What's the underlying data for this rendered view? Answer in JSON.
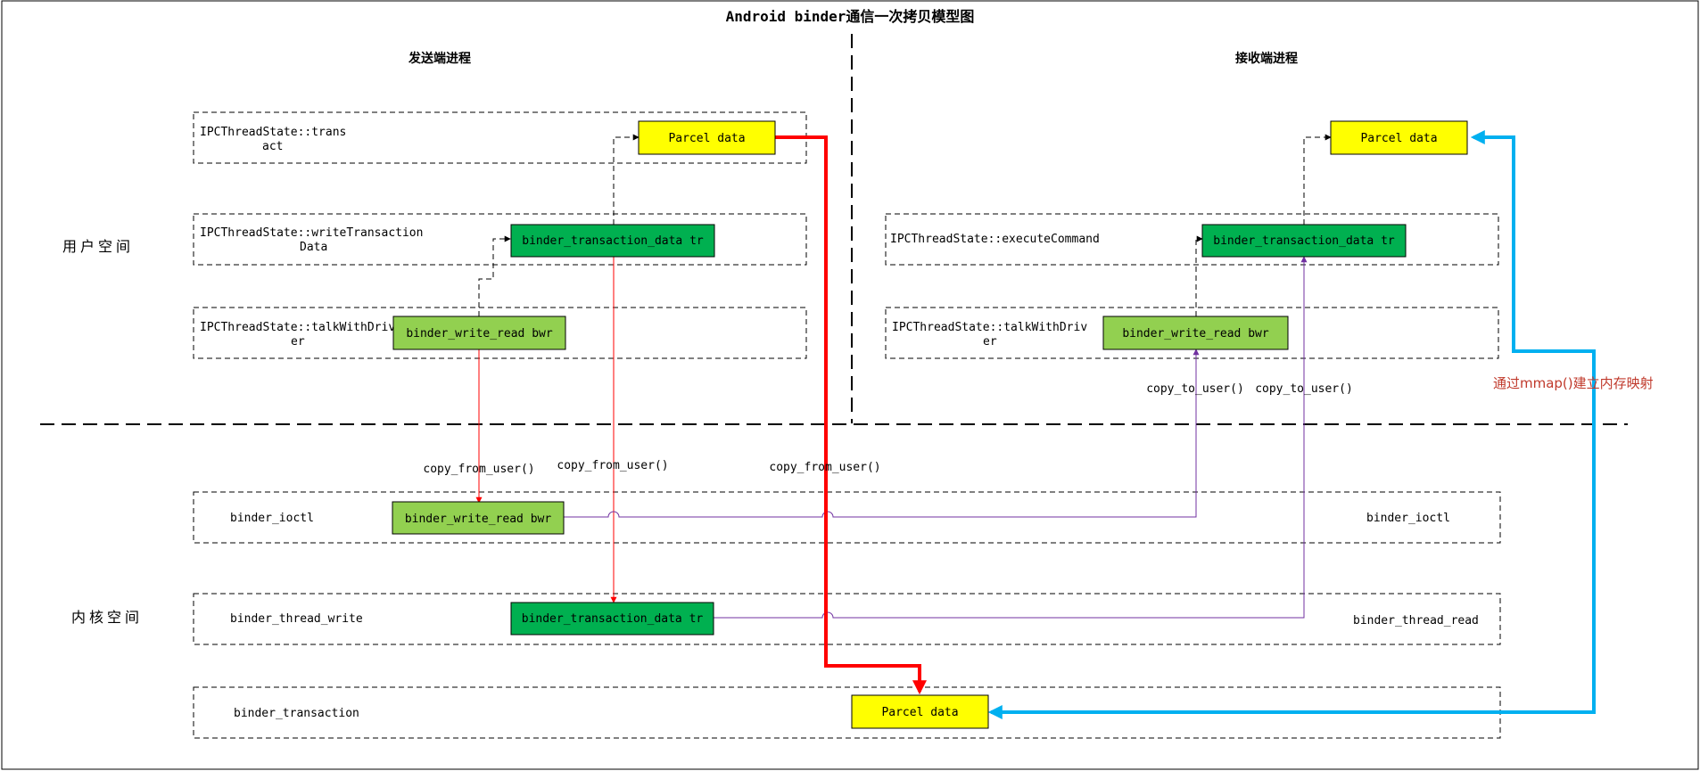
{
  "title": "Android binder通信一次拷贝模型图",
  "sender_header": "发送端进程",
  "receiver_header": "接收端进程",
  "user_space_label": "用户空间",
  "kernel_space_label": "内核空间",
  "sender": {
    "transact_label_1": "IPCThreadState::trans",
    "transact_label_2": "act",
    "write_tx_label_1": "IPCThreadState::writeTransaction",
    "write_tx_label_2": "Data",
    "talk_label_1": "IPCThreadState::talkWithDriv",
    "talk_label_2": "er",
    "parcel": "Parcel data",
    "tr": "binder_transaction_data tr",
    "bwr": "binder_write_read bwr"
  },
  "receiver": {
    "exec_label": "IPCThreadState::executeCommand",
    "talk_label_1": "IPCThreadState::talkWithDriv",
    "talk_label_2": "er",
    "parcel": "Parcel data",
    "tr": "binder_transaction_data tr",
    "bwr": "binder_write_read bwr"
  },
  "kernel": {
    "ioctl_left": "binder_ioctl",
    "ioctl_right": "binder_ioctl",
    "thread_write": "binder_thread_write",
    "thread_read": "binder_thread_read",
    "transaction": "binder_transaction",
    "bwr": "binder_write_read bwr",
    "tr": "binder_transaction_data tr",
    "parcel": "Parcel data"
  },
  "labels": {
    "copy_from_user_1": "copy_from_user()",
    "copy_from_user_2": "copy_from_user()",
    "copy_from_user_3": "copy_from_user()",
    "copy_to_user_1": "copy_to_user()",
    "copy_to_user_2": "copy_to_user()",
    "mmap_note": "通过mmap()建立内存映射"
  },
  "colors": {
    "parcel_fill": "#ffff00",
    "tr_fill": "#00b050",
    "bwr_fill": "#92d050",
    "copy_red": "#ff0000",
    "mmap_blue": "#00b0f0",
    "to_user_purple": "#7030a0"
  }
}
